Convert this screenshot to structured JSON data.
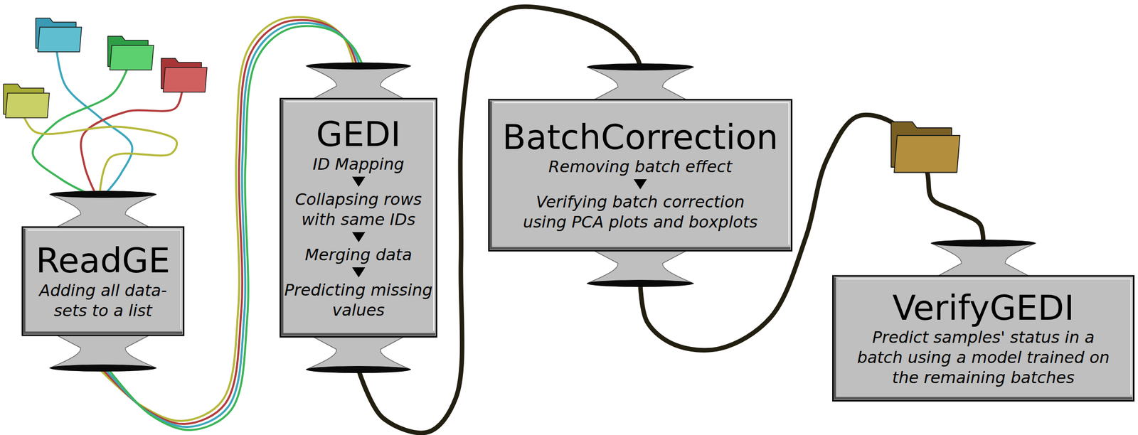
{
  "diagram": {
    "nodes": [
      {
        "text": [
          "ReadGE",
          "Adding all data-sets to a list"
        ]
      },
      {
        "text": [
          "GEDI",
          "ID Mapping",
          "Collapsing rows with same IDs",
          "Merging data",
          "Predicting missing values"
        ]
      },
      {
        "text": [
          "BatchCorrection",
          "Removing batch effect",
          "Verifying batch correction using PCA plots and boxplots"
        ]
      },
      {
        "text": [
          "VerifyGEDI",
          "Predict samples' status in a batch using a model trained on the remaining batches"
        ]
      }
    ],
    "edges": [
      {
        "from": 0,
        "to": 1,
        "arrow": "none"
      },
      {
        "from": 1,
        "to": 2,
        "arrow": "none"
      },
      {
        "from": 2,
        "to": 3,
        "arrow": "none"
      }
    ]
  }
}
